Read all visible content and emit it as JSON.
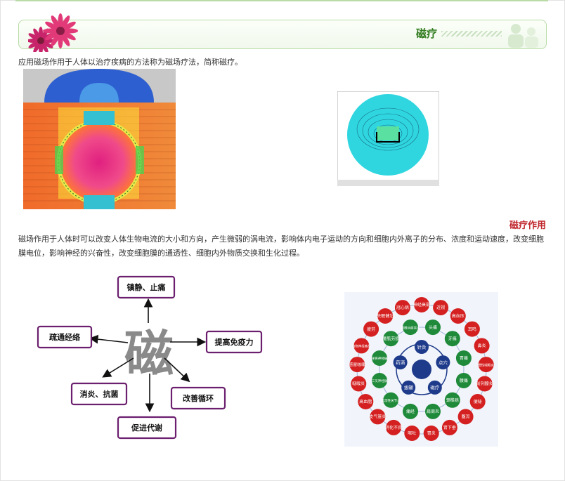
{
  "section": {
    "title": "磁疗"
  },
  "intro": "应用磁场作用于人体以治疗疾病的方法称为磁场疗法，简称磁疗。",
  "effect": {
    "title": "磁疗作用",
    "paragraph": "磁场作用于人体时可以改变人体生物电流的大小和方向，产生微弱的涡电流，影响体内电子运动的方向和细胞内外离子的分布、浓度和运动速度，改变细胞膜电位，影响神经的兴奋性，改变细胞膜的通透性、细胞内外物质交换和生化过程。"
  },
  "diagram": {
    "center": "磁",
    "boxes": [
      "镇静、止痛",
      "疏通经络",
      "提高免疫力",
      "消炎、抗菌",
      "改善循环",
      "促进代谢"
    ]
  },
  "circle_chart": {
    "center": [
      "针灸",
      "点穴",
      "磁疗",
      "拔罐",
      "药酒"
    ],
    "middle": [
      "头痛",
      "牙痛",
      "胃痛",
      "腰痛",
      "颈椎病",
      "肩周炎",
      "痛经",
      "风湿性关节炎",
      "三叉神经痛",
      "坐骨神经痛",
      "腰肌劳损",
      "腰椎间盘突出"
    ],
    "outer": [
      "神经衰弱",
      "近视",
      "高血压",
      "耳鸣",
      "鼻炎",
      "慢性咽喉炎",
      "前列腺炎",
      "便秘",
      "腹泻",
      "胃下垂",
      "胃炎",
      "呕吐",
      "消化不良",
      "支气管炎",
      "高血脂",
      "咽喉炎",
      "感冒咳嗽",
      "植物神经紊乱",
      "疲劳",
      "失眠健忘",
      "冠心病"
    ]
  },
  "colors": {
    "title_green": "#2f7a1d",
    "title_red": "#c0262c",
    "box_border": "#6b1f6e",
    "node_red": "#d42020",
    "node_green": "#1f8a3a",
    "node_blue": "#1e3a8a"
  }
}
